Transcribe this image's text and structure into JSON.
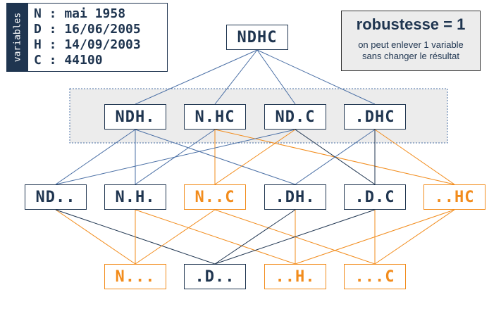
{
  "variables_panel": {
    "tab_label": "variables",
    "lines": [
      "N : mai 1958",
      "D : 16/06/2005",
      "H : 14/09/2003",
      "C : 44100"
    ]
  },
  "robustness_panel": {
    "title": "robustesse = 1",
    "description_line1": "on peut enlever 1 variable",
    "description_line2": "sans changer le résultat"
  },
  "colors": {
    "navy": "#1f3550",
    "orange": "#f28c1c",
    "edge_blue": "#4a6fa5",
    "highlight_fill": "#ececec"
  },
  "lattice": {
    "level0": [
      {
        "label": "NDHC",
        "color": "navy"
      }
    ],
    "level1": [
      {
        "label": "NDH.",
        "color": "navy"
      },
      {
        "label": "N.HC",
        "color": "navy"
      },
      {
        "label": "ND.C",
        "color": "navy"
      },
      {
        "label": ".DHC",
        "color": "navy"
      }
    ],
    "level2": [
      {
        "label": "ND..",
        "color": "navy"
      },
      {
        "label": "N.H.",
        "color": "navy"
      },
      {
        "label": "N..C",
        "color": "orange"
      },
      {
        "label": ".DH.",
        "color": "navy"
      },
      {
        "label": ".D.C",
        "color": "navy"
      },
      {
        "label": "..HC",
        "color": "orange"
      }
    ],
    "level3": [
      {
        "label": "N...",
        "color": "orange"
      },
      {
        "label": ".D..",
        "color": "navy"
      },
      {
        "label": "..H.",
        "color": "orange"
      },
      {
        "label": "...C",
        "color": "orange"
      }
    ]
  }
}
